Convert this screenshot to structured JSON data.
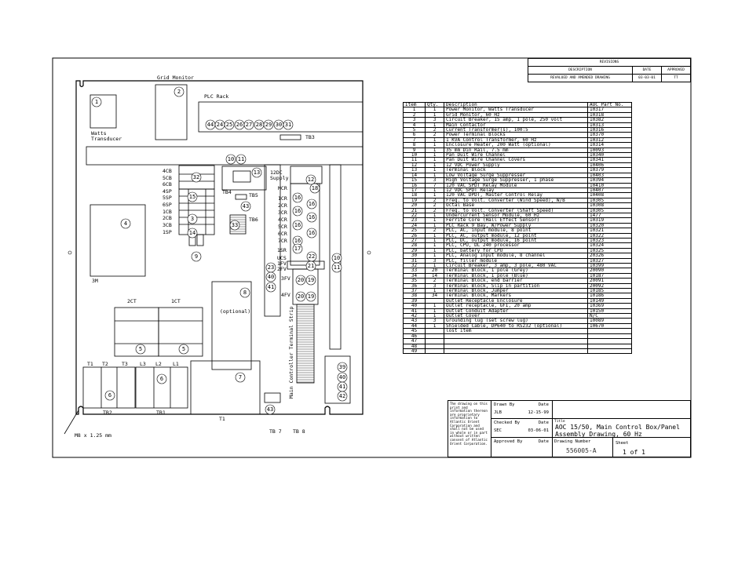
{
  "revisions": {
    "title": "REVISIONS",
    "headers": [
      "DESCRIPTION",
      "DATE",
      "APPROVED"
    ],
    "rows": [
      [
        "REVALUED AND AMENDED DRAWING",
        "03-03-01",
        "TT"
      ]
    ]
  },
  "bom": {
    "headers": [
      "Item",
      "Qty.",
      "Description",
      "AOC Part No."
    ],
    "rows": [
      [
        "1",
        "1",
        "Power Monitor, Watts Transducer",
        "10317"
      ],
      [
        "2",
        "1",
        "Grid Monitor, 60 Hz",
        "10318"
      ],
      [
        "3",
        "3",
        "Circuit Breaker, 15 amp, 1 pole, 250 volt",
        "10382"
      ],
      [
        "4",
        "1",
        "Main Contactor",
        "10313"
      ],
      [
        "5",
        "2",
        "Current Transformer(s), 100:5",
        "10316"
      ],
      [
        "6",
        "2",
        "Power Terminal Blocks",
        "10370"
      ],
      [
        "7",
        "1",
        "1 KVA Control Transformer, 60 Hz",
        "10312"
      ],
      [
        "8",
        "1",
        "Enclosure Heater, 200 Watt (optional)",
        "10314"
      ],
      [
        "9",
        "1",
        "35 mm Din Rail, 7.5 mm",
        "10093"
      ],
      [
        "10",
        "1",
        "Pan Duit Wire Channel",
        "10340"
      ],
      [
        "11",
        "1",
        "Pan Duit Wire Channel Covers",
        "10341"
      ],
      [
        "12",
        "1",
        "12 VDC Power Supply",
        "10406"
      ],
      [
        "13",
        "1",
        "Terminal Block",
        "10379"
      ],
      [
        "14",
        "1",
        "Low Voltage Surge Suppresser",
        "10403"
      ],
      [
        "15",
        "3",
        "High Voltage Surge Suppresser, 1 phase",
        "10394"
      ],
      [
        "16",
        "7",
        "120 VAC SPDT Relay Module",
        "10410"
      ],
      [
        "17",
        "1",
        "12 VDC SPDT Relay",
        "10407"
      ],
      [
        "18",
        "1",
        "120 VAC DPDT, Master Control Relay",
        "10408"
      ],
      [
        "19",
        "2",
        "Freq. to Volt. Converter (Wind Speed), W/B",
        "10305"
      ],
      [
        "20",
        "2",
        "Octal Base",
        "10308"
      ],
      [
        "21",
        "2",
        "Freq. to Volt. Converter (Shaft Speed)",
        "10305"
      ],
      [
        "22",
        "1",
        "Undercurrent Sensor Module, 60 Hz",
        "1477"
      ],
      [
        "23",
        "1",
        "Ferrite Core (Hall Effect Sensor)",
        "10319"
      ],
      [
        "24",
        "1",
        "PLC Rack 9 Bay, W/Power Supply",
        "10320"
      ],
      [
        "25",
        "2",
        "PLC, AC, input module, 8 point",
        "10321"
      ],
      [
        "26",
        "1",
        "PLC, AC, output module, 12 point",
        "10322"
      ],
      [
        "27",
        "1",
        "PLC, DC, output module, 16 point",
        "10323"
      ],
      [
        "28",
        "1",
        "PLC, CPU, DL 240 processor",
        "10324"
      ],
      [
        "29",
        "1",
        "PLC, battery for CPU",
        "10325"
      ],
      [
        "30",
        "1",
        "PLC, Analog input module, 8 channel",
        "20326"
      ],
      [
        "31",
        "3",
        "PLC, filler module",
        "10327"
      ],
      [
        "32",
        "1",
        "Circuit Breaker, 3 amp, 3 pole, 480 VAC",
        "10399"
      ],
      [
        "33",
        "20",
        "Terminal Block, 1 pole (Grey)",
        "20090"
      ],
      [
        "34",
        "14",
        "Terminal Block, 1 pole (Blue)",
        "10187"
      ],
      [
        "35",
        "2",
        "Terminal Block, end barrier",
        "20091"
      ],
      [
        "36",
        "3",
        "Terminal Block, Slip in partition",
        "20092"
      ],
      [
        "37",
        "1",
        "Terminal Block, Jumper",
        "10185"
      ],
      [
        "38",
        "34",
        "Terminal Block, Markers",
        "10186"
      ],
      [
        "39",
        "",
        "Outlet Receptacle Enclosure",
        "10149"
      ],
      [
        "40",
        "1",
        "Outlet receptacle, GFI, 20 amp",
        "10369"
      ],
      [
        "41",
        "1",
        "Outlet Conduit Adapter",
        "10150"
      ],
      [
        "42",
        "1",
        "Outlet Cover",
        "N/C"
      ],
      [
        "43",
        "3",
        "Grounding lug (set screw lug)",
        "10089"
      ],
      [
        "44",
        "1",
        "Shielded Cable, DP640 to RS232 (optional)",
        "10670"
      ],
      [
        "45",
        "",
        "lost item",
        ""
      ],
      [
        "46",
        "",
        "",
        ""
      ],
      [
        "47",
        "",
        "",
        ""
      ],
      [
        "48",
        "",
        "",
        ""
      ],
      [
        "49",
        "",
        "",
        ""
      ]
    ]
  },
  "title_block": {
    "notice": "The drawing on this print and information thereon are proprietary information to Atlantic Orient Corporation and shall not be used in whole or in part without written consent of Atlantic Orient Corporation.",
    "drawn_by_label": "Drawn By",
    "drawn_by": "JLB",
    "drawn_date_label": "Date",
    "drawn_date": "12-15-99",
    "checked_by_label": "Checked By",
    "checked_by": "SEC",
    "checked_date_label": "Date",
    "checked_date": "03-06-01",
    "approved_by_label": "Approved By",
    "approved_date_label": "Date",
    "title_label": "Title",
    "title_line1": "AOC 15/50, Main Control Box/Panel",
    "title_line2": "Assembly Drawing, 60 Hz",
    "drawing_number_label": "Drawing Number",
    "drawing_number": "556005-A",
    "sheet_label": "Sheet",
    "sheet": "1 of 1"
  },
  "drawing": {
    "labels": [
      "Grid Monitor",
      "PLC Rack",
      "Watts",
      "Transducer",
      "TB3",
      "4CB",
      "5CB",
      "6CB",
      "4SP",
      "5SP",
      "6SP",
      "1CB",
      "2CB",
      "3CB",
      "1SP",
      "TB4",
      "TB5",
      "TB6",
      "12DC",
      "Supply",
      "MCR",
      "1CR",
      "2CR",
      "3CR",
      "4CR",
      "5CR",
      "6CR",
      "7CR",
      "1SR",
      "UCS",
      "1FV",
      "2FV",
      "3FV",
      "4FV",
      "3M",
      "(optional)",
      "2CT",
      "1CT",
      "T1",
      "T2",
      "T3",
      "L3",
      "L2",
      "L1",
      "TB2",
      "TB1",
      "T1",
      "TB 7",
      "TB 8",
      "M8 x 1.25 mm"
    ],
    "vertical_label": "Main Controller Terminal Strip",
    "callouts": [
      "1",
      "2",
      "44",
      "24",
      "25",
      "26",
      "27",
      "28",
      "29",
      "30",
      "31",
      "10",
      "11",
      "32",
      "15",
      "3",
      "14",
      "9",
      "13",
      "43",
      "33",
      "12",
      "18",
      "16",
      "16",
      "16",
      "16",
      "16",
      "16",
      "16",
      "17",
      "22",
      "21",
      "23",
      "40",
      "41",
      "20",
      "19",
      "20",
      "19",
      "10",
      "11",
      "39",
      "40",
      "41",
      "42",
      "43",
      "8",
      "5",
      "5",
      "6",
      "6",
      "7",
      "4"
    ]
  }
}
